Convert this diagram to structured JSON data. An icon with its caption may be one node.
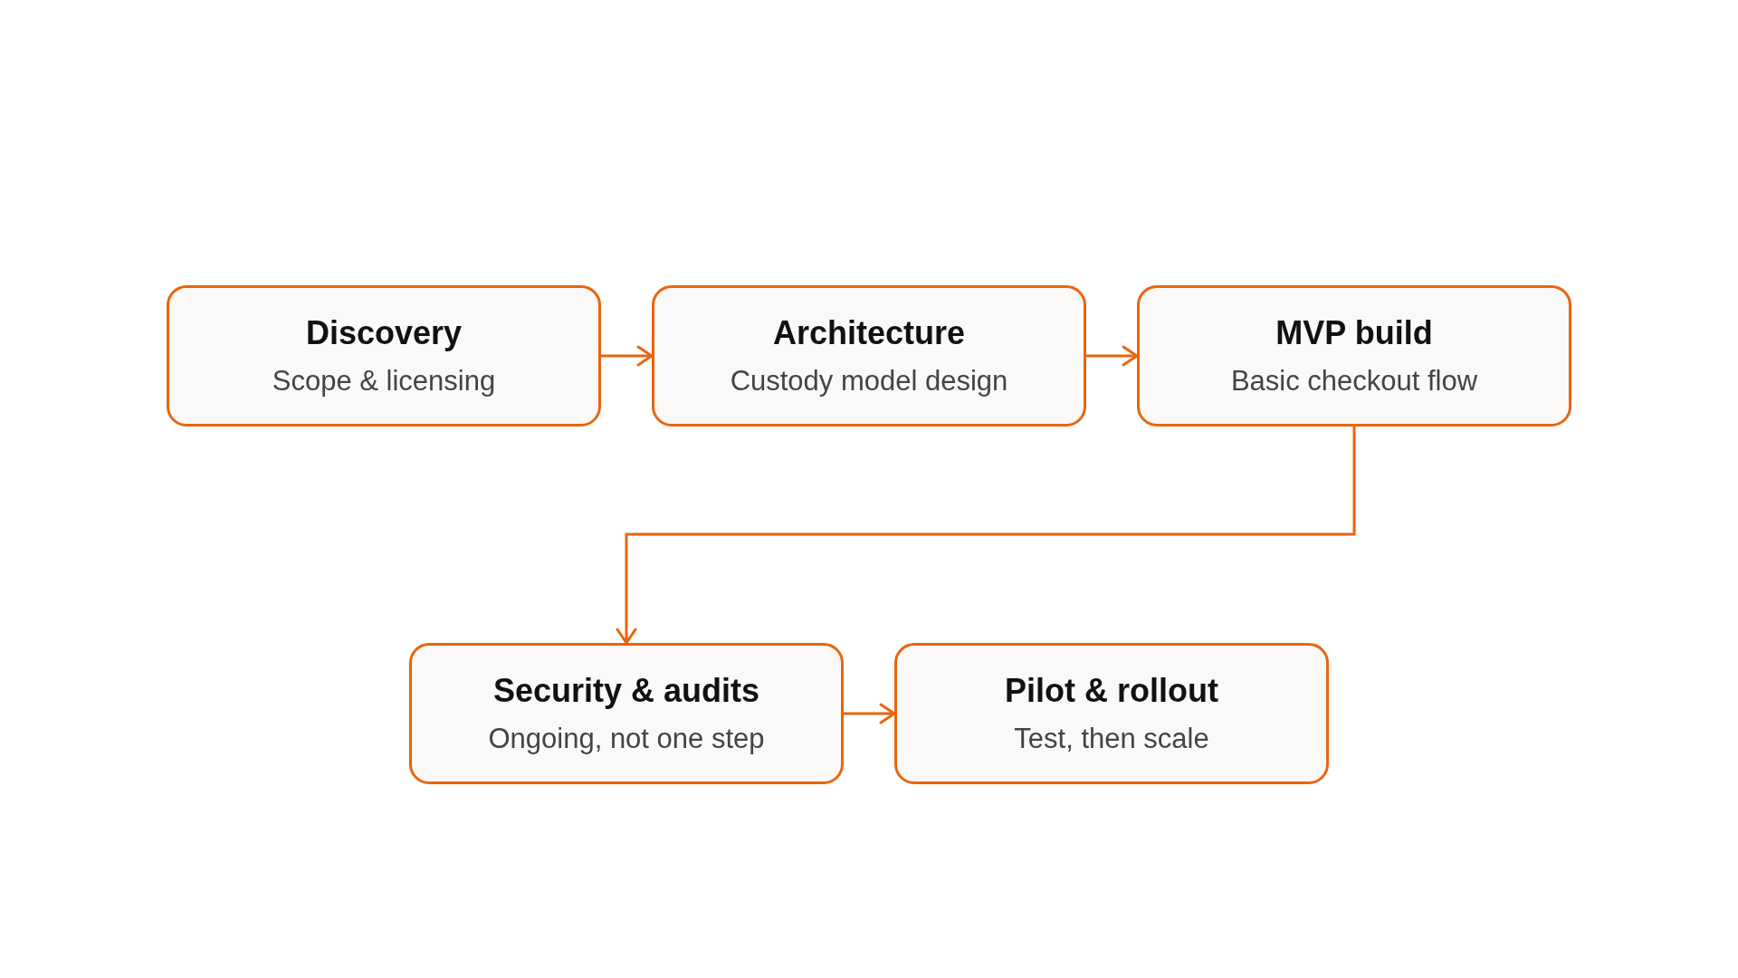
{
  "diagram": {
    "nodes": [
      {
        "text": [
          "Discovery",
          "Scope & licensing"
        ]
      },
      {
        "text": [
          "Architecture",
          "Custody model design"
        ]
      },
      {
        "text": [
          "MVP build",
          "Basic checkout flow"
        ]
      },
      {
        "text": [
          "Security & audits",
          "Ongoing, not one step"
        ]
      },
      {
        "text": [
          "Pilot & rollout",
          "Test, then scale"
        ]
      }
    ],
    "edges": [
      {
        "from": 0,
        "to": 1,
        "arrow": "to"
      },
      {
        "from": 1,
        "to": 2,
        "arrow": "to"
      },
      {
        "from": 2,
        "to": 3,
        "arrow": "to"
      },
      {
        "from": 3,
        "to": 4,
        "arrow": "to"
      }
    ]
  }
}
